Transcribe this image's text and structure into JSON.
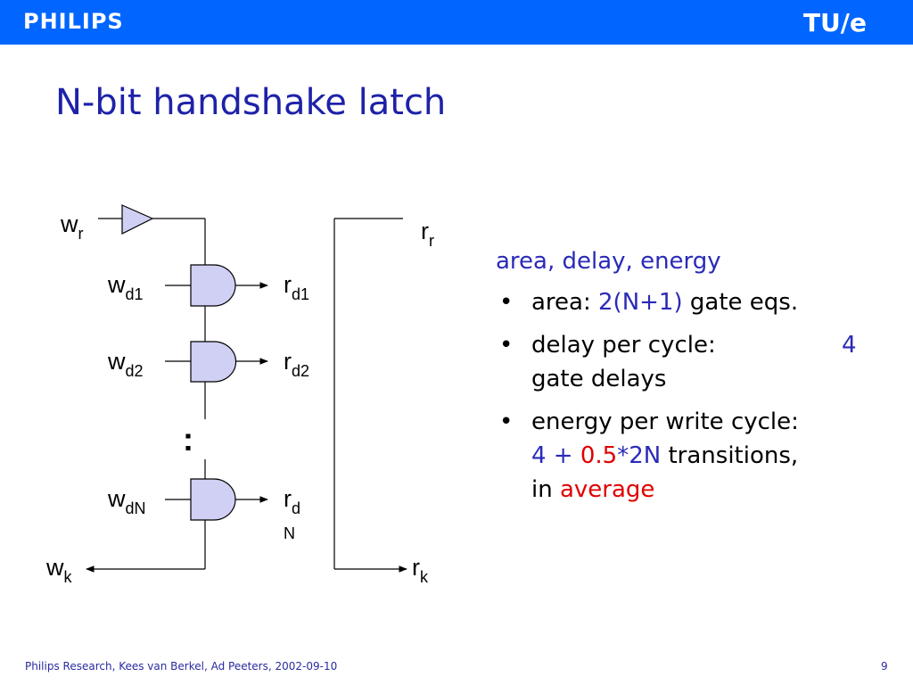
{
  "header": {
    "left_logo": "PHILIPS",
    "right_logo": "TU/e",
    "bar_color": "#0066ff"
  },
  "slide": {
    "title": "N-bit handshake latch",
    "page_number": "9"
  },
  "footer": {
    "text": "Philips Research, Kees van Berkel, Ad Peeters, 2002-09-10"
  },
  "diagram": {
    "signals": {
      "wr": {
        "base": "w",
        "sub": "r"
      },
      "rr": {
        "base": "r",
        "sub": "r"
      },
      "wd1": {
        "base": "w",
        "sub": "d1"
      },
      "wd2": {
        "base": "w",
        "sub": "d2"
      },
      "wdN": {
        "base": "w",
        "sub": "dN"
      },
      "rd1": {
        "base": "r",
        "sub": "d1"
      },
      "rd2": {
        "base": "r",
        "sub": "d2"
      },
      "rdN": {
        "base": "r",
        "sub": "d",
        "sub2": "N"
      },
      "wk": {
        "base": "w",
        "sub": "k"
      },
      "rk": {
        "base": "r",
        "sub": "k"
      }
    },
    "ellipsis": ":",
    "gate_fill": "#d0d0f4"
  },
  "notes": {
    "heading": "area, delay, energy",
    "bullet_char": "•",
    "area": {
      "label": "area: ",
      "value": "2(N+1)",
      "suffix": " gate eqs."
    },
    "delay": {
      "label": "delay per cycle:",
      "value": "4",
      "suffix": "gate delays"
    },
    "energy": {
      "label": "energy per write cycle:",
      "v1": "4 + ",
      "v2": "0.5",
      "v3": "*",
      "v4": "2N",
      "v5": " transitions,",
      "v6": "in ",
      "v7": "average"
    }
  }
}
